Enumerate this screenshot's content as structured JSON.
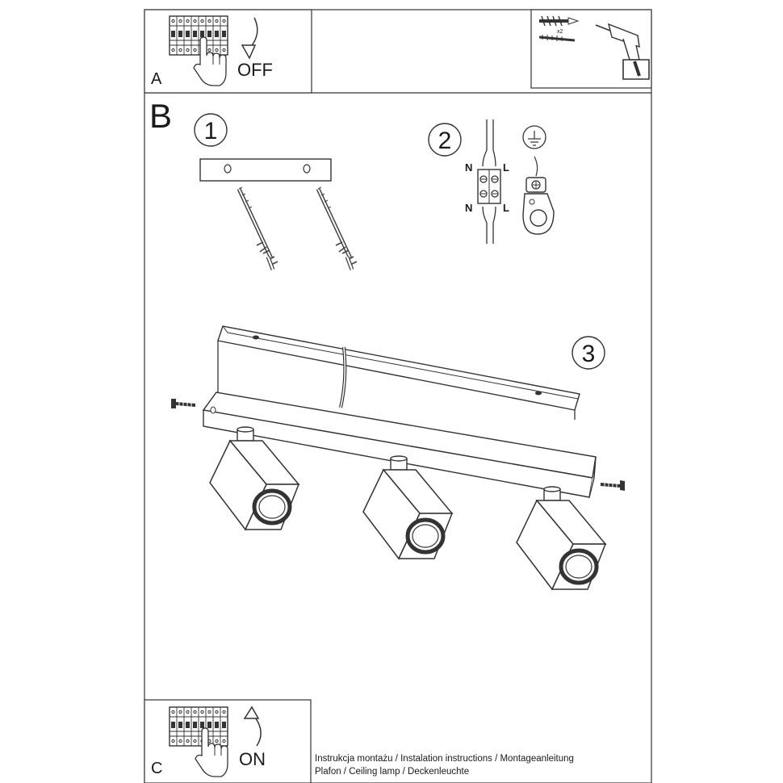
{
  "panels": {
    "a": {
      "letter": "A",
      "state": "OFF"
    },
    "b": {
      "letter": "B"
    },
    "c": {
      "letter": "C",
      "state": "ON"
    }
  },
  "tools": {
    "qty": "x2"
  },
  "steps": [
    "1",
    "2",
    "3"
  ],
  "wiring": {
    "neutral": "N",
    "live": "L"
  },
  "footer": {
    "title": "Instrukcja montażu / Instalation instructions / Montageanleitung",
    "product": "Plafon / Ceiling lamp / Deckenleuchte"
  }
}
